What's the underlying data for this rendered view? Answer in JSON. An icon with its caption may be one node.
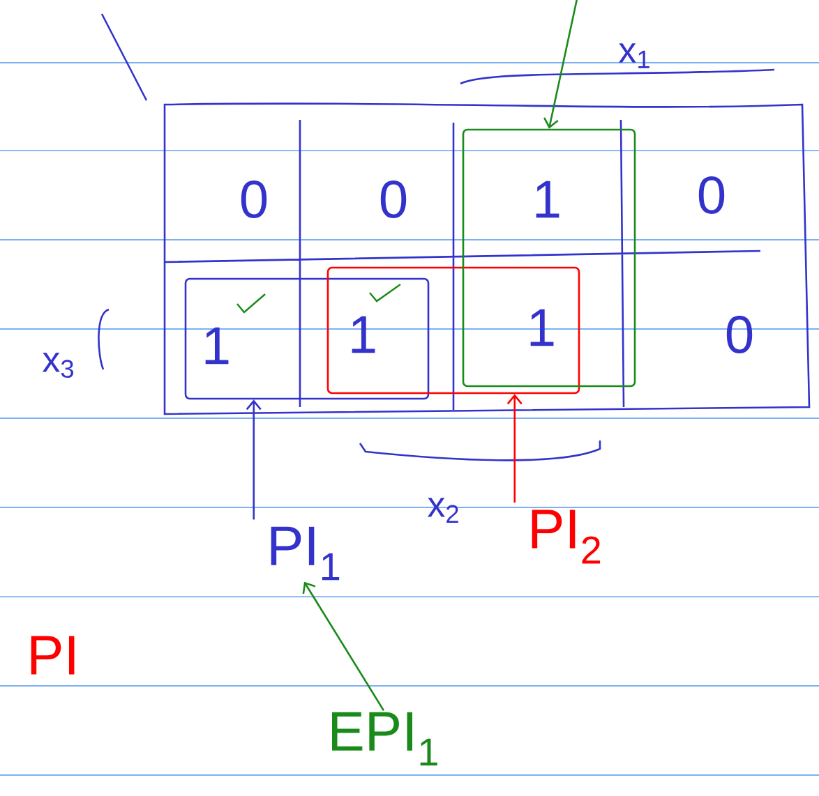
{
  "diagram": {
    "nodes": [
      {
        "text": [],
        "shape": "box"
      },
      {
        "text": [],
        "shape": "box"
      },
      {
        "text": [],
        "shape": "box"
      },
      {
        "text": [
          "PI$_{1}$"
        ]
      },
      {
        "text": [
          "PI$_{2}$"
        ]
      },
      {
        "text": [
          "EPI$_{1}$"
        ]
      }
    ],
    "edges": [
      {
        "from": 3,
        "to": 0,
        "arrow": "to",
        "color": "#3333cc"
      },
      {
        "from": 4,
        "to": 1,
        "arrow": "to",
        "color": "#ff0000"
      },
      {
        "from": null,
        "to": 2,
        "arrow": "to",
        "color": "#1a8a1a"
      },
      {
        "from": 5,
        "to": 3,
        "arrow": "to",
        "color": "#1a8a1a"
      }
    ],
    "labels": [
      "x$_{1}$",
      "0",
      "0",
      "1",
      "0",
      "x$_{3}$",
      "1",
      "1",
      "1",
      "0",
      "x$_{2}$",
      "PI"
    ]
  }
}
